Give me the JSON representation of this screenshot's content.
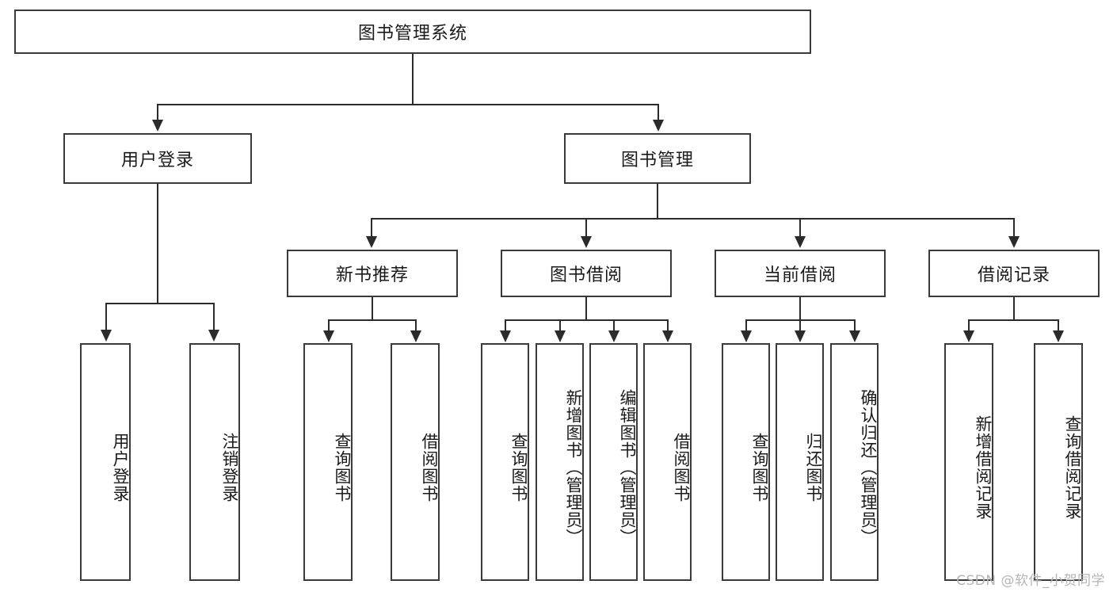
{
  "diagram": {
    "type": "tree",
    "title_node": {
      "label": "图书管理系统"
    },
    "level2": [
      {
        "label": "用户登录"
      },
      {
        "label": "图书管理"
      }
    ],
    "level3": [
      {
        "label": "新书推荐"
      },
      {
        "label": "图书借阅"
      },
      {
        "label": "当前借阅"
      },
      {
        "label": "借阅记录"
      }
    ],
    "leaves": {
      "user_login": [
        {
          "label": "用户登录"
        },
        {
          "label": "注销登录"
        }
      ],
      "new_book_recommend": [
        {
          "label": "查询图书"
        },
        {
          "label": "借阅图书"
        }
      ],
      "book_borrow": [
        {
          "label": "查询图书"
        },
        {
          "label": "新增图书（管理员）"
        },
        {
          "label": "编辑图书（管理员）"
        },
        {
          "label": "借阅图书"
        }
      ],
      "current_borrow": [
        {
          "label": "查询图书"
        },
        {
          "label": "归还图书"
        },
        {
          "label": "确认归还（管理员）"
        }
      ],
      "borrow_record": [
        {
          "label": "新增借阅记录"
        },
        {
          "label": "查询借阅记录"
        }
      ]
    }
  },
  "watermark": {
    "text": "CSDN @软件_小贺同学"
  },
  "colors": {
    "box_border": "#3a3a3a",
    "line": "#2b2b2b",
    "text": "#1a1a1a",
    "background": "#ffffff",
    "watermark": "#b6b6b6"
  }
}
